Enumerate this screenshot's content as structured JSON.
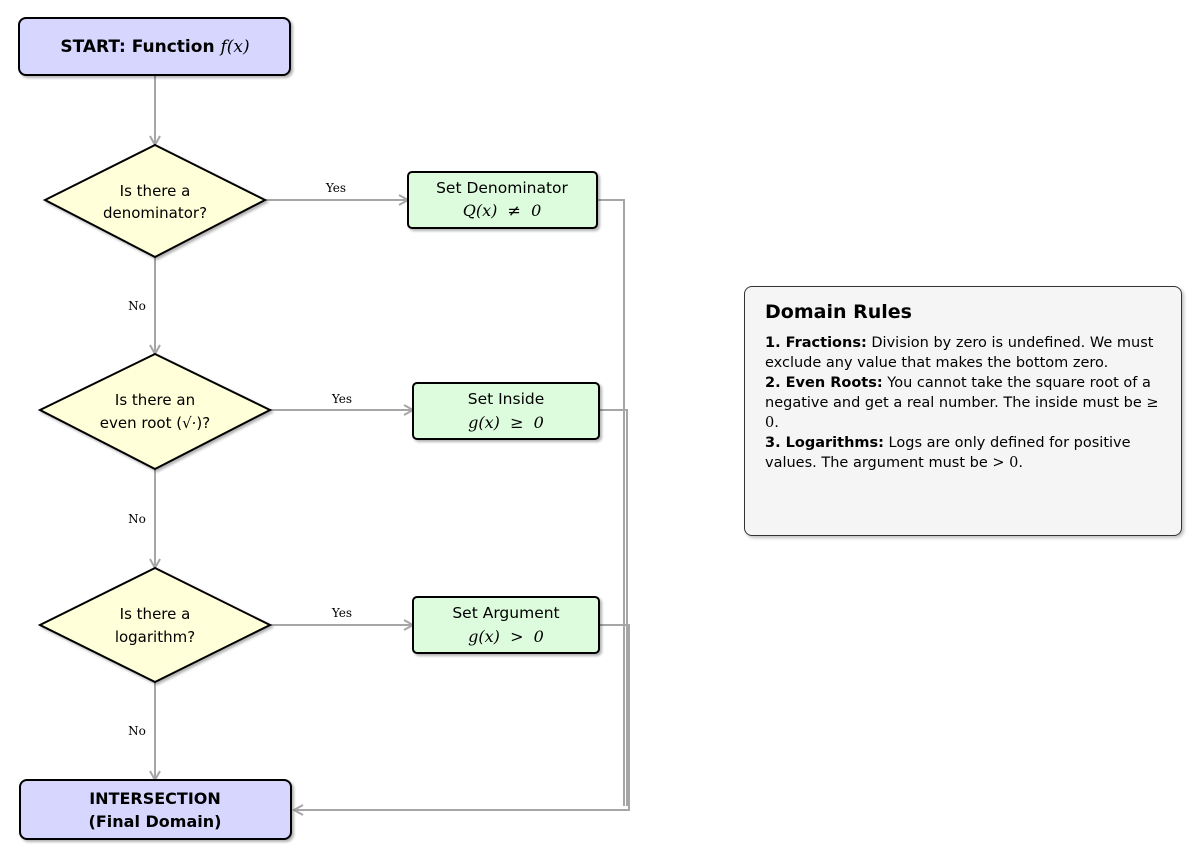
{
  "flowchart": {
    "start": {
      "prefix": "START: Function ",
      "math": "f(x)"
    },
    "decisions": {
      "denominator": {
        "line1": "Is there a",
        "line2": "denominator?"
      },
      "root": {
        "line1": "Is there an",
        "line2_prefix": "even root (",
        "line2_math": "√·",
        "line2_suffix": ")?"
      },
      "log": {
        "line1": "Is there a",
        "line2": "logarithm?"
      }
    },
    "actions": {
      "denominator": {
        "title": "Set Denominator",
        "expr": "Q(x)  ≠  0"
      },
      "root": {
        "title": "Set Inside",
        "expr": "g(x)  ≥  0"
      },
      "log": {
        "title": "Set Argument",
        "expr": "g(x)  >  0"
      }
    },
    "edge_yes": "Yes",
    "edge_no": "No",
    "end": {
      "line1": "INTERSECTION",
      "line2": "(Final Domain)"
    }
  },
  "rules": {
    "title": "Domain Rules",
    "items": [
      {
        "head": "1. Fractions:",
        "text": " Division by zero is undefined. We must exclude any value that makes the bottom zero."
      },
      {
        "head": "2. Even Roots:",
        "text": " You cannot take the square root of a negative and get a real number. The inside must be ",
        "math": "≥ 0",
        "tail": "."
      },
      {
        "head": "3. Logarithms:",
        "text": " Logs are only defined for positive values. The argument must be ",
        "math": "> 0",
        "tail": "."
      }
    ]
  },
  "colors": {
    "terminal_fill": "#d6d6ff",
    "decision_fill": "#ffffd9",
    "action_fill": "#ddfcdd",
    "connector": "#a6a6a6",
    "rules_fill": "#f5f5f5"
  }
}
